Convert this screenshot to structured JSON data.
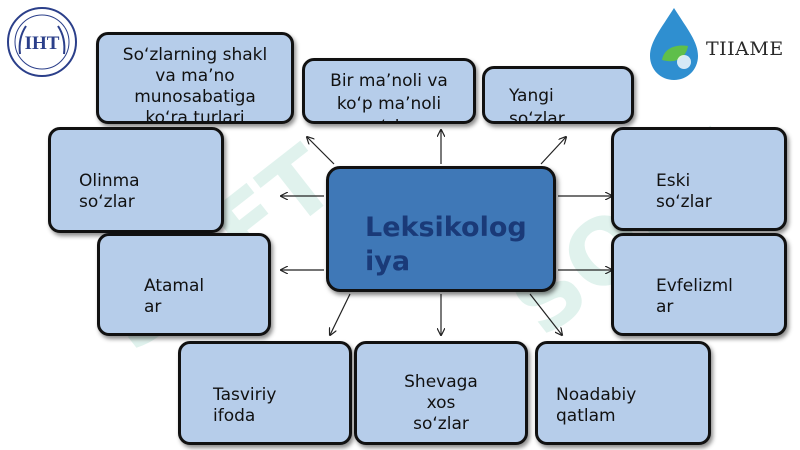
{
  "logos": {
    "left_text": "IHT",
    "right_text": "TIIAME"
  },
  "center": {
    "label": "Leksikolog\niya"
  },
  "nodes": {
    "shakl": "So‘zlarning shakl\nva ma’no\nmunosabatiga\nko‘ra turlari",
    "bir_manoli": "Bir ma’noli va\nko‘p ma’noli\nso‘zlar",
    "yangi": "Yangi\nso‘zlar",
    "olinma": "Olinma\nso‘zlar",
    "eski": "Eski\nso‘zlar",
    "atamalar": "Atamal\nar",
    "evfelizmlar": "Evfelizml\nar",
    "tasviriy": "Tasviriy\nifoda",
    "shevaga": "Shevaga\nxos\nso‘zlar",
    "noadabiy": "Noadabiy\nqatlam"
  },
  "colors": {
    "box_fill": "#b6cdea",
    "center_fill": "#3f78b7",
    "center_text": "#1a3a78",
    "border": "#111111"
  }
}
